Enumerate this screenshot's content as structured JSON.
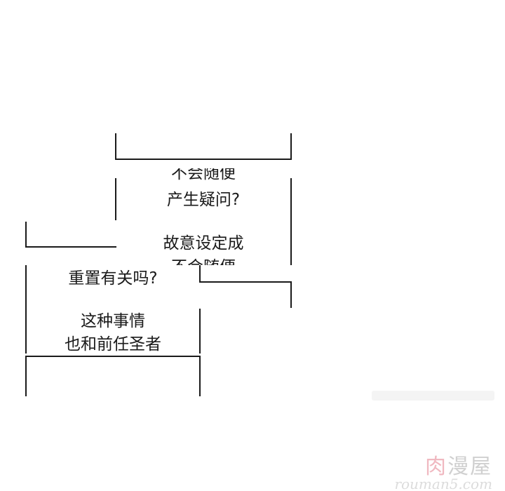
{
  "speech": {
    "upper_top_fragment": "不会随便",
    "upper_line_1": "产生疑问?",
    "upper_line_2": "故意设定成",
    "upper_bottom_fragment": "不会随便",
    "lower_line_1": "重置有关吗?",
    "lower_line_2": "这种事情",
    "lower_line_3": "也和前任圣者"
  },
  "watermark": {
    "accent_char": "肉",
    "rest": "漫屋",
    "url": "rouman5.com"
  },
  "colors": {
    "ink": "#1a1a1a",
    "background": "#ffffff",
    "watermark_accent": "#f0b8c0",
    "watermark_gray": "#d0d0d0"
  }
}
